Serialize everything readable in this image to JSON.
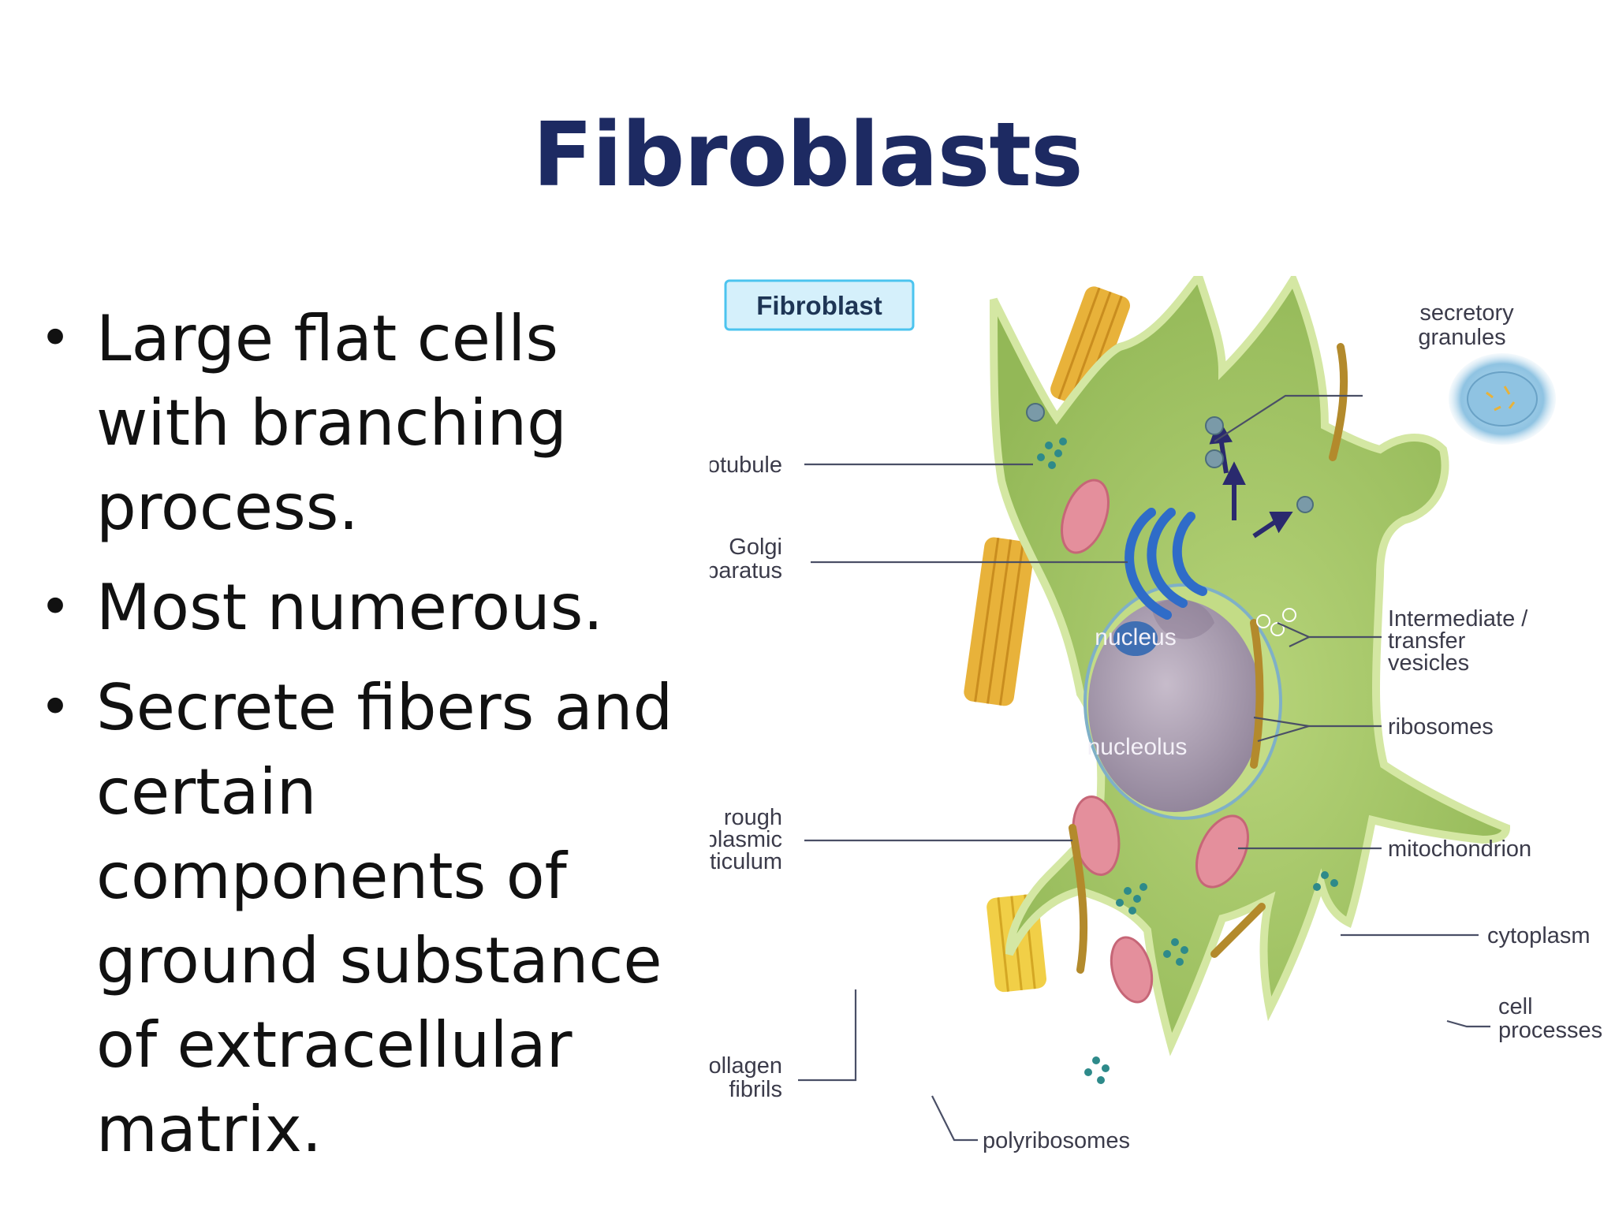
{
  "slide": {
    "title": "Fibroblasts",
    "bullets": [
      {
        "lines": [
          "Large flat cells",
          "with branching",
          "process."
        ]
      },
      {
        "lines": [
          "Most numerous."
        ]
      },
      {
        "lines": [
          "Secrete fibers and",
          "certain",
          "components of",
          "ground substance",
          "of extracellular",
          "matrix."
        ]
      }
    ]
  },
  "diagram": {
    "box_label": "Fibroblast",
    "labels": {
      "secretory_granules": [
        "secretory",
        "granules"
      ],
      "microtubule": [
        "microtubule"
      ],
      "golgi": [
        "Golgi",
        "apparatus"
      ],
      "nucleus": [
        "nucleus"
      ],
      "nucleolus": [
        "nucleolus"
      ],
      "vesicles": [
        "Intermediate /",
        "transfer",
        "vesicles"
      ],
      "ribosomes": [
        "ribosomes"
      ],
      "rough_er": [
        "rough",
        "endoplasmic",
        "reticulum"
      ],
      "mitochondrion": [
        "mitochondrion"
      ],
      "cytoplasm": [
        "cytoplasm"
      ],
      "cell_processes": [
        "cell",
        "processes"
      ],
      "collagen": [
        "collagen",
        "fibrils"
      ],
      "polyribosomes": [
        "polyribosomes"
      ]
    },
    "colors": {
      "title": "#1d2a62",
      "cytoplasm": "#a9c96a",
      "membrane": "#cfe39a",
      "nucleus": "#a89aae",
      "golgi": "#2f6cc8",
      "mitochondrion": "#e48f9c",
      "collagen": "#e8b23a",
      "granule": "#a9d3ec"
    }
  }
}
